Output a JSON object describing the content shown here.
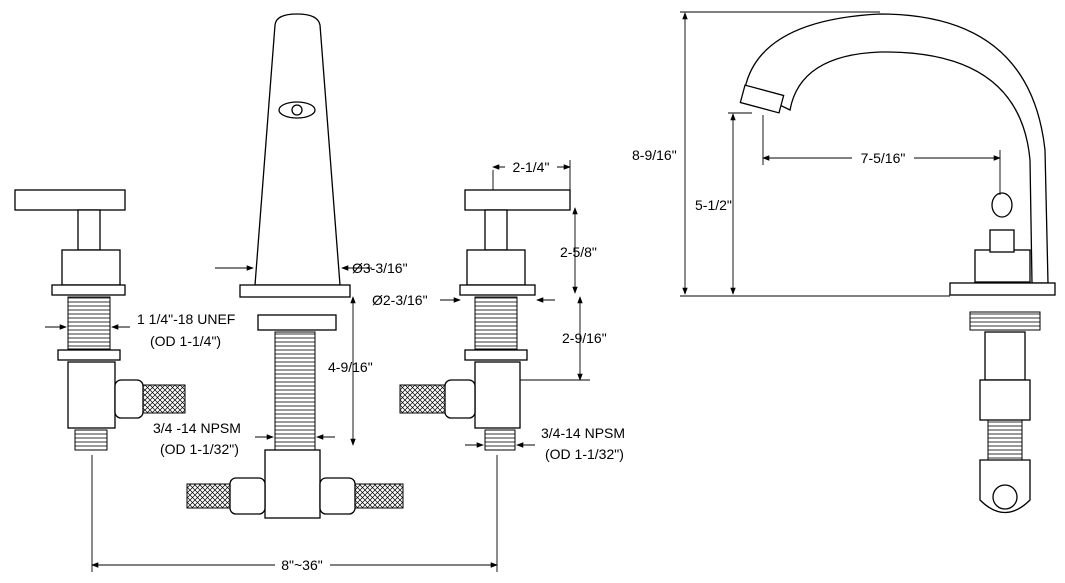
{
  "dimensions": {
    "handle_width": "2-1/4\"",
    "handle_height": "2-5/8\"",
    "spout_base_diameter": "Ø3-3/16\"",
    "valve_base_diameter": "Ø2-3/16\"",
    "valve_shank_length": "2-9/16\"",
    "spout_shank_length": "4-9/16\"",
    "spread": "8\"~36\"",
    "overall_height": "8-9/16\"",
    "spout_outlet_height": "5-1/2\"",
    "spout_reach": "7-5/16\""
  },
  "threads": {
    "valve_thread": "1 1/4\"-18 UNEF",
    "valve_thread_od": "(OD 1-1/4\")",
    "left_inlet": "3/4 -14 NPSM",
    "left_inlet_od": "(OD 1-1/32\")",
    "right_inlet": "3/4-14 NPSM",
    "right_inlet_od": "(OD 1-1/32\")"
  }
}
